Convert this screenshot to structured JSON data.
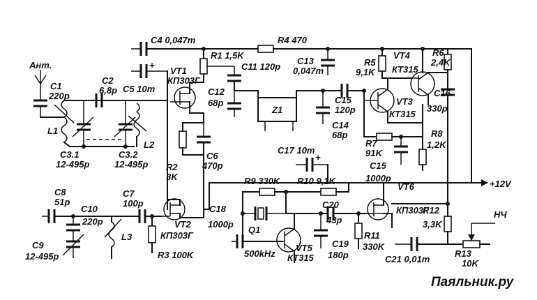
{
  "labels": {
    "ant": "Ант.",
    "c1": "C1",
    "c1v": "220p",
    "c2": "C2",
    "c2v": "6,8p",
    "l1": "L1",
    "l2": "L2",
    "c31": "C3.1",
    "c31v": "12-495p",
    "c32": "C3.2",
    "c32v": "12-495p",
    "c4": "C4 0,047m",
    "c5": "C5 10m",
    "vt1": "VT1",
    "vt1t": "КП303Г",
    "r1": "R1 1,5K",
    "c11": "C11 120p",
    "r4": "R4 470",
    "c13": "C13",
    "c13v": "0,047m",
    "r5": "R5",
    "r5v": "9,1K",
    "vt4": "VT4",
    "vt4t": "КТ315",
    "r6": "R6",
    "r6v": "2,4K",
    "c12": "C12",
    "c12v": "68p",
    "z1": "Z1",
    "c15a": "C15",
    "c15av": "120p",
    "c14": "C14",
    "c14v": "68p",
    "vt3": "VT3",
    "vt3t": "КТ315",
    "c16": "C16",
    "c16v": "330p",
    "r8": "R8",
    "r8v": "1,2K",
    "r7": "R7",
    "r7v": "91K",
    "c15b": "C15",
    "c15bv": "1000p",
    "c6": "C6",
    "c6v": "470p",
    "r2": "R2",
    "r2v": "3K",
    "c17": "C17 10m",
    "r9": "R9 330K",
    "r10": "R10 9,1K",
    "vt6": "VT6",
    "v12": "+12V",
    "c8": "C8",
    "c8v": "51p",
    "c7": "C7",
    "c7v": "100p",
    "c10": "C10",
    "c10v": "220p",
    "c18": "C18",
    "c18v": "1000p",
    "c20": "C20",
    "c20v": "43p",
    "vt6t": "КП303Г",
    "r12": "R12",
    "r12v": "3,3K",
    "nch": "НЧ",
    "vt2": "VT2",
    "vt2t": "КП303Г",
    "l3": "L3",
    "q1": "Q1",
    "c9": "C9",
    "c9v": "12-495p",
    "r3": "R3 100K",
    "khz": "500kHz",
    "vt5": "VT5",
    "vt5t": "КТ315",
    "c19": "C19",
    "c19v": "180p",
    "r11": "R11",
    "r11v": "330K",
    "c21": "C21 0,01m",
    "r13": "R13",
    "r13v": "10K",
    "watermark": "Паяльник.ру"
  }
}
